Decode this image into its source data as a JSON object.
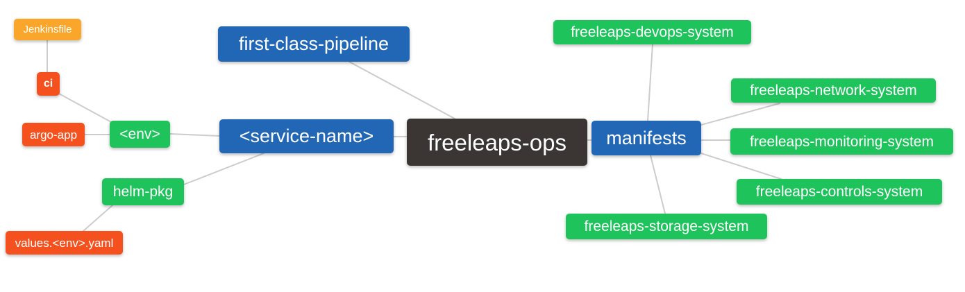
{
  "diagram": {
    "palette": {
      "blue": "#2267b5",
      "green": "#1ec35c",
      "orange": "#f9a62b",
      "red": "#f4511e",
      "dark": "#3b3634",
      "edge": "#cccccc",
      "text": "#ffffff"
    },
    "nodes": [
      {
        "id": "jenkinsfile",
        "label": "Jenkinsfile",
        "color": "orange"
      },
      {
        "id": "ci",
        "label": "ci",
        "color": "red"
      },
      {
        "id": "argo-app",
        "label": "argo-app",
        "color": "red"
      },
      {
        "id": "env",
        "label": "<env>",
        "color": "green"
      },
      {
        "id": "helm-pkg",
        "label": "helm-pkg",
        "color": "green"
      },
      {
        "id": "values-env-yaml",
        "label": "values.<env>.yaml",
        "color": "red"
      },
      {
        "id": "first-class-pipeline",
        "label": "first-class-pipeline",
        "color": "blue"
      },
      {
        "id": "service-name",
        "label": "<service-name>",
        "color": "blue"
      },
      {
        "id": "freeleaps-ops",
        "label": "freeleaps-ops",
        "color": "dark"
      },
      {
        "id": "manifests",
        "label": "manifests",
        "color": "blue"
      },
      {
        "id": "devops-system",
        "label": "freeleaps-devops-system",
        "color": "green"
      },
      {
        "id": "network-system",
        "label": "freeleaps-network-system",
        "color": "green"
      },
      {
        "id": "monitoring-system",
        "label": "freeleaps-monitoring-system",
        "color": "green"
      },
      {
        "id": "controls-system",
        "label": "freeleaps-controls-system",
        "color": "green"
      },
      {
        "id": "storage-system",
        "label": "freeleaps-storage-system",
        "color": "green"
      }
    ],
    "edges": [
      [
        "jenkinsfile",
        "ci"
      ],
      [
        "ci",
        "env"
      ],
      [
        "argo-app",
        "env"
      ],
      [
        "env",
        "service-name"
      ],
      [
        "helm-pkg",
        "service-name"
      ],
      [
        "values-env-yaml",
        "helm-pkg"
      ],
      [
        "first-class-pipeline",
        "freeleaps-ops"
      ],
      [
        "service-name",
        "freeleaps-ops"
      ],
      [
        "freeleaps-ops",
        "manifests"
      ],
      [
        "manifests",
        "devops-system"
      ],
      [
        "manifests",
        "network-system"
      ],
      [
        "manifests",
        "monitoring-system"
      ],
      [
        "manifests",
        "controls-system"
      ],
      [
        "manifests",
        "storage-system"
      ]
    ]
  }
}
